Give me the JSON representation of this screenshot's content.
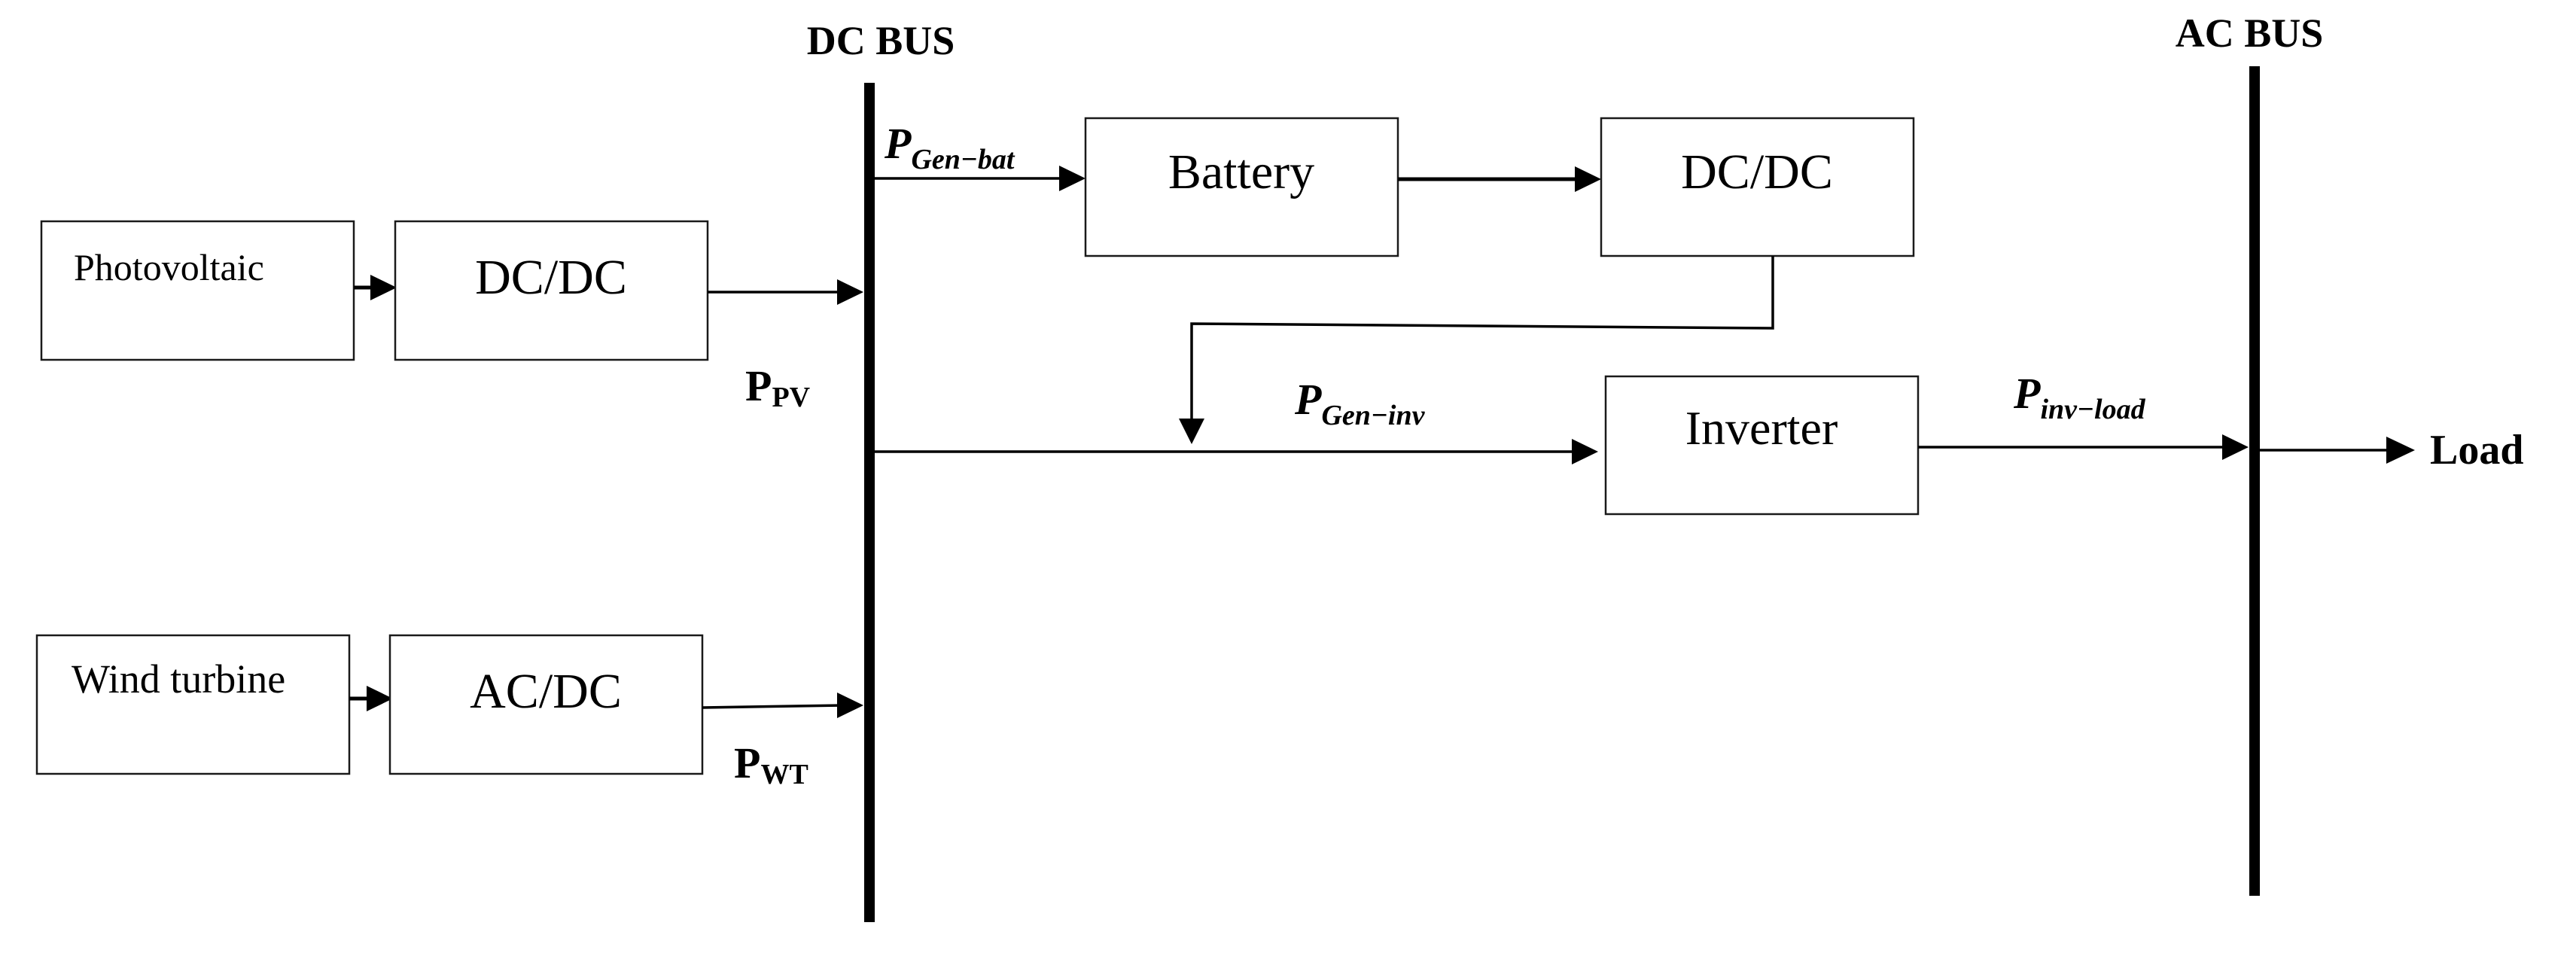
{
  "buses": {
    "dc": "DC BUS",
    "ac": "AC BUS"
  },
  "blocks": {
    "photovoltaic": "Photovoltaic",
    "pv_converter": "DC/DC",
    "wind_turbine": "Wind turbine",
    "wt_converter": "AC/DC",
    "battery": "Battery",
    "battery_converter": "DC/DC",
    "inverter": "Inverter"
  },
  "flows": {
    "p_pv": {
      "main": "P",
      "sub": "PV"
    },
    "p_wt": {
      "main": "P",
      "sub": "WT"
    },
    "p_gen_bat": {
      "main": "P",
      "sub": "Gen−bat"
    },
    "p_gen_inv": {
      "main": "P",
      "sub": "Gen−inv"
    },
    "p_inv_load": {
      "main": "P",
      "sub": "inv−load"
    }
  },
  "load_label": "Load"
}
